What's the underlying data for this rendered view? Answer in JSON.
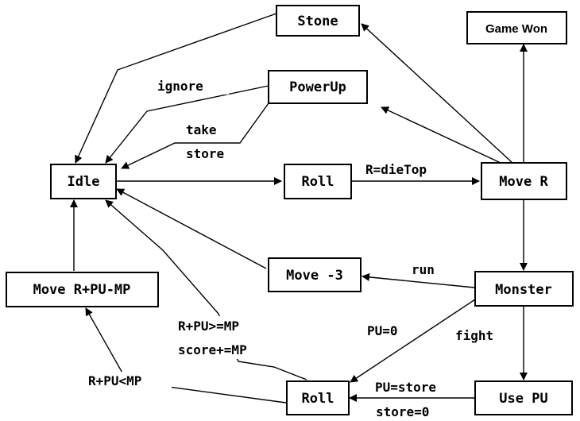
{
  "nodes": {
    "stone": "Stone",
    "game_won": "Game Won",
    "powerup": "PowerUp",
    "idle": "Idle",
    "roll_top": "Roll",
    "move_r": "Move R",
    "move_minus3": "Move -3",
    "monster": "Monster",
    "move_r_pu_mp": "Move R+PU-MP",
    "roll_bottom": "Roll",
    "use_pu": "Use PU"
  },
  "edge_labels": {
    "ignore": "ignore",
    "take": "take",
    "store": "store",
    "r_dietop": "R=dieTop",
    "run": "run",
    "fight": "fight",
    "pu_zero": "PU=0",
    "pu_store": "PU=store",
    "store_zero": "store=0",
    "r_pu_ge_mp": "R+PU>=MP",
    "score_plus_mp": "score+=MP",
    "r_pu_lt_mp": "R+PU<MP"
  }
}
